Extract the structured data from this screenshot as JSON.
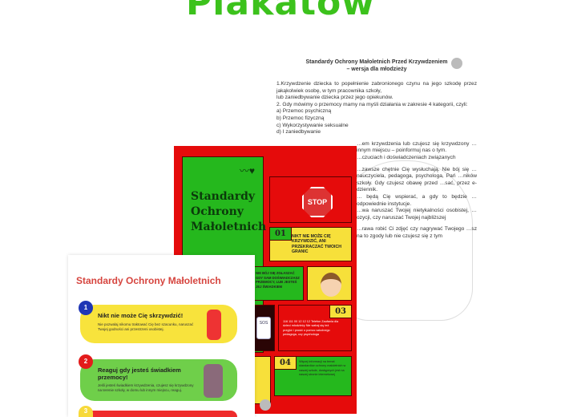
{
  "header": {
    "title": "Plakatów"
  },
  "document": {
    "title_line1": "Standardy Ochrony Małoletnich Przed Krzywdzeniem",
    "title_line2": "– wersja dla młodzieży",
    "paragraphs": [
      "1.Krzywdzenie dziecka to popełnienie zabronionego czynu na jego szkodę przez jakąkolwiek osobę, w tym pracownika szkoły,",
      "lub zaniedbywanie dziecka przez jego opiekunów.",
      "2. Gdy mówimy o przemocy mamy na myśli działania w zakresie 4 kategorii, czyli:",
      "a)   Przemoc psychiczną",
      "b)   Przemoc fizyczną",
      "c)   Wykorzystywanie seksualne",
      "d)   I zaniedbywanie",
      "…em krzywdzenia lub czujesz się krzywdzony …innym miejscu – poinformuj nas o tym.",
      "…czuciach i doświadczeniach związanych",
      "…zawsze chętnie Cię wysłuchają. Nie bój się …nauczyciela, pedagoga, psychologa, Pań …ników szkoły. Gdy czujesz obawę przed …sać, przez e-dziennik.",
      "… będą Cię wspierać, a gdy to będzie …odpowiednie instytucje.",
      "…wa naruszać Twojej nietykalności osobistej, …ozycji, czy naruszać Twojej najbliższej",
      "…rawa robić Ci zdjęć czy nagrywać Twojego …sz na to zgody lub nie czujesz się z tym"
    ]
  },
  "poster": {
    "title": "Standardy Ochrony Małoletnich",
    "stop_sign": "STOP",
    "items": [
      {
        "num": "01",
        "text": "NIKT NIE MOŻE CIĘ KRZYWDZIĆ, ANI PRZEKRACZAĆ TWOICH GRANIC"
      },
      {
        "num": "",
        "text": "NIE BÓJ SIĘ ZGŁASZAĆ GDY SAM DOŚWIADCZASZ PRZEMOCY, LUB JESTEŚ JEJ ŚWIADKIEM"
      },
      {
        "num": "03",
        "text": "116 111 00 12 12 12 Telefon Zaufania dla dzieci młodzieży Nie wahaj się też przyjść i prosić o pomoc szkolnego pedagoga, czy psychologa"
      },
      {
        "num": "04",
        "text": "Więcej informacji na temat standardów ochrony małoletnich w naszej szkole, dostępnych jest na naszej stronie internetowej"
      }
    ],
    "sos": "SOS"
  },
  "infographic": {
    "title": "Standardy Ochrony Małoletnich",
    "cards": [
      {
        "num": "1",
        "heading": "Nikt nie może Cię skrzywdzić!",
        "text": "Nie pozwalaj nikomu traktować Cię bez szacunku, naruszać Twojej godności ani przestrzeni osobistej."
      },
      {
        "num": "2",
        "heading": "Reaguj gdy jesteś świadkiem przemocy!",
        "text": "Jeśli jesteś świadkiem krzywdzenia, czujesz się krzywdzony na terenie szkoły, w domu lub innym miejscu, reaguj."
      },
      {
        "num": "3",
        "heading": "",
        "text": ""
      }
    ]
  },
  "colors": {
    "green": "#3cc21c",
    "red": "#e50b0b",
    "yellow": "#f7e03a",
    "title_red": "#d6453f"
  }
}
